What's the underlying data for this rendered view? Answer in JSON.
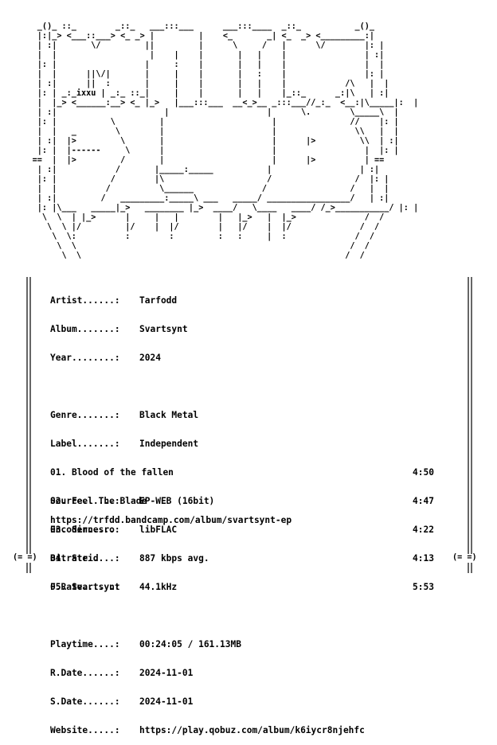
{
  "header_art": {
    "lines": [
      "      _()_ ::_        _::_   ___:::___      ___:::____  _::_           _()_",
      "      |:|_> <___::___> <_ _> |         |    <_       _| <_  _> <_________:|",
      "      | :|       \\/         ||         |      \\     /   |      \\/        |: |",
      "      |  |                   |    |    |       |   |    |                | :|",
      "      |: |                  |     :    |       |   |    |                |  |",
      "      |  |      ||\\/|       |     |    |       |   :    |                |: |",
      "      | :|      ||  :       |     |    |       |   |    |            /\\   |  |",
      "      |: | _:_ixxu | _:_ ::_|     |    |       |   |    |_::_      _:|\\   | :|",
      "      |  |_> <______:__> <_ |_>   |___:::___  __<_>__ _:::___//_:_  <__:|\\_____|:  |",
      "      | :|                      |                    |      \\.        \\_____\\  |",
      "      |: |           \\         |                      |               //    |: |",
      "      |  |   _        \\        |                      |                \\\\   |  |",
      "      | :|  |>         \\       |                      |      |>         \\\\  | :|",
      "      |: |  |------     \\      |                      |                  |  |: |",
      "     ==  |  |>         /       |                      |      |>          | ==",
      "      | :|            /       |_____:_____           |                  | :|",
      "      |: |           /        |\\                     /                 /  |: |",
      "      |  |          /          \\______              /                 /   |  |",
      "      | :|         /   _________:_____\\ ___   _____/ _________________/   | :|",
      "      |: |\\___   _____|_>   ________ |_>  ____/   \\____   ____/ /_>___________/ |: |",
      "       \\  \\  | |_>      |     |   |        |   |_>   |  |_>              /  /",
      "        \\  \\ |/         |/    |  |/        |   |/    |  |/              /  /",
      "         \\  \\:          :        :         :   :     |  :              /  /",
      "          \\  \\                                                        /  /",
      "           \\  \\                                                      /  /"
    ]
  },
  "info": {
    "artist": {
      "label": "Artist......:",
      "value": "Tarfodd"
    },
    "album": {
      "label": "Album.......:",
      "value": "Svartsynt"
    },
    "year": {
      "label": "Year........:",
      "value": "2024"
    },
    "genre": {
      "label": "Genre.......:",
      "value": "Black Metal"
    },
    "record_label": {
      "label": "Label.......:",
      "value": "Independent"
    },
    "source": {
      "label": "Source......:",
      "value": "EP-WEB (16bit)"
    },
    "encoder": {
      "label": "Encoder.....:",
      "value": "libFLAC"
    },
    "bitrate": {
      "label": "Bitrate.....:",
      "value": "887 kbps avg."
    },
    "frate": {
      "label": "F.Rate......:",
      "value": "44.1kHz"
    },
    "playtime": {
      "label": "Playtime....:",
      "value": "00:24:05 / 161.13MB"
    },
    "rdate": {
      "label": "R.Date......:",
      "value": "2024-11-01"
    },
    "sdate": {
      "label": "S.Date......:",
      "value": "2024-11-01"
    },
    "website": {
      "label": "Website.....:",
      "value": "https://play.qobuz.com/album/k6iycr8njehfc"
    }
  },
  "tracks": [
    {
      "title": "01. Blood of the fallen",
      "duration": "4:50"
    },
    {
      "title": "02. Feel The Blade",
      "duration": "4:47"
    },
    {
      "title": "03. Sinnesro",
      "duration": "4:22"
    },
    {
      "title": "04. Strid",
      "duration": "4:13"
    },
    {
      "title": "05. Svartsynt",
      "duration": "5:53"
    }
  ],
  "bandcamp_url": "https://trfdd.bandcamp.com/album/svartsynt-ep",
  "frame": {
    "left_cap": "(= =)",
    "right_cap": "(= =)"
  }
}
